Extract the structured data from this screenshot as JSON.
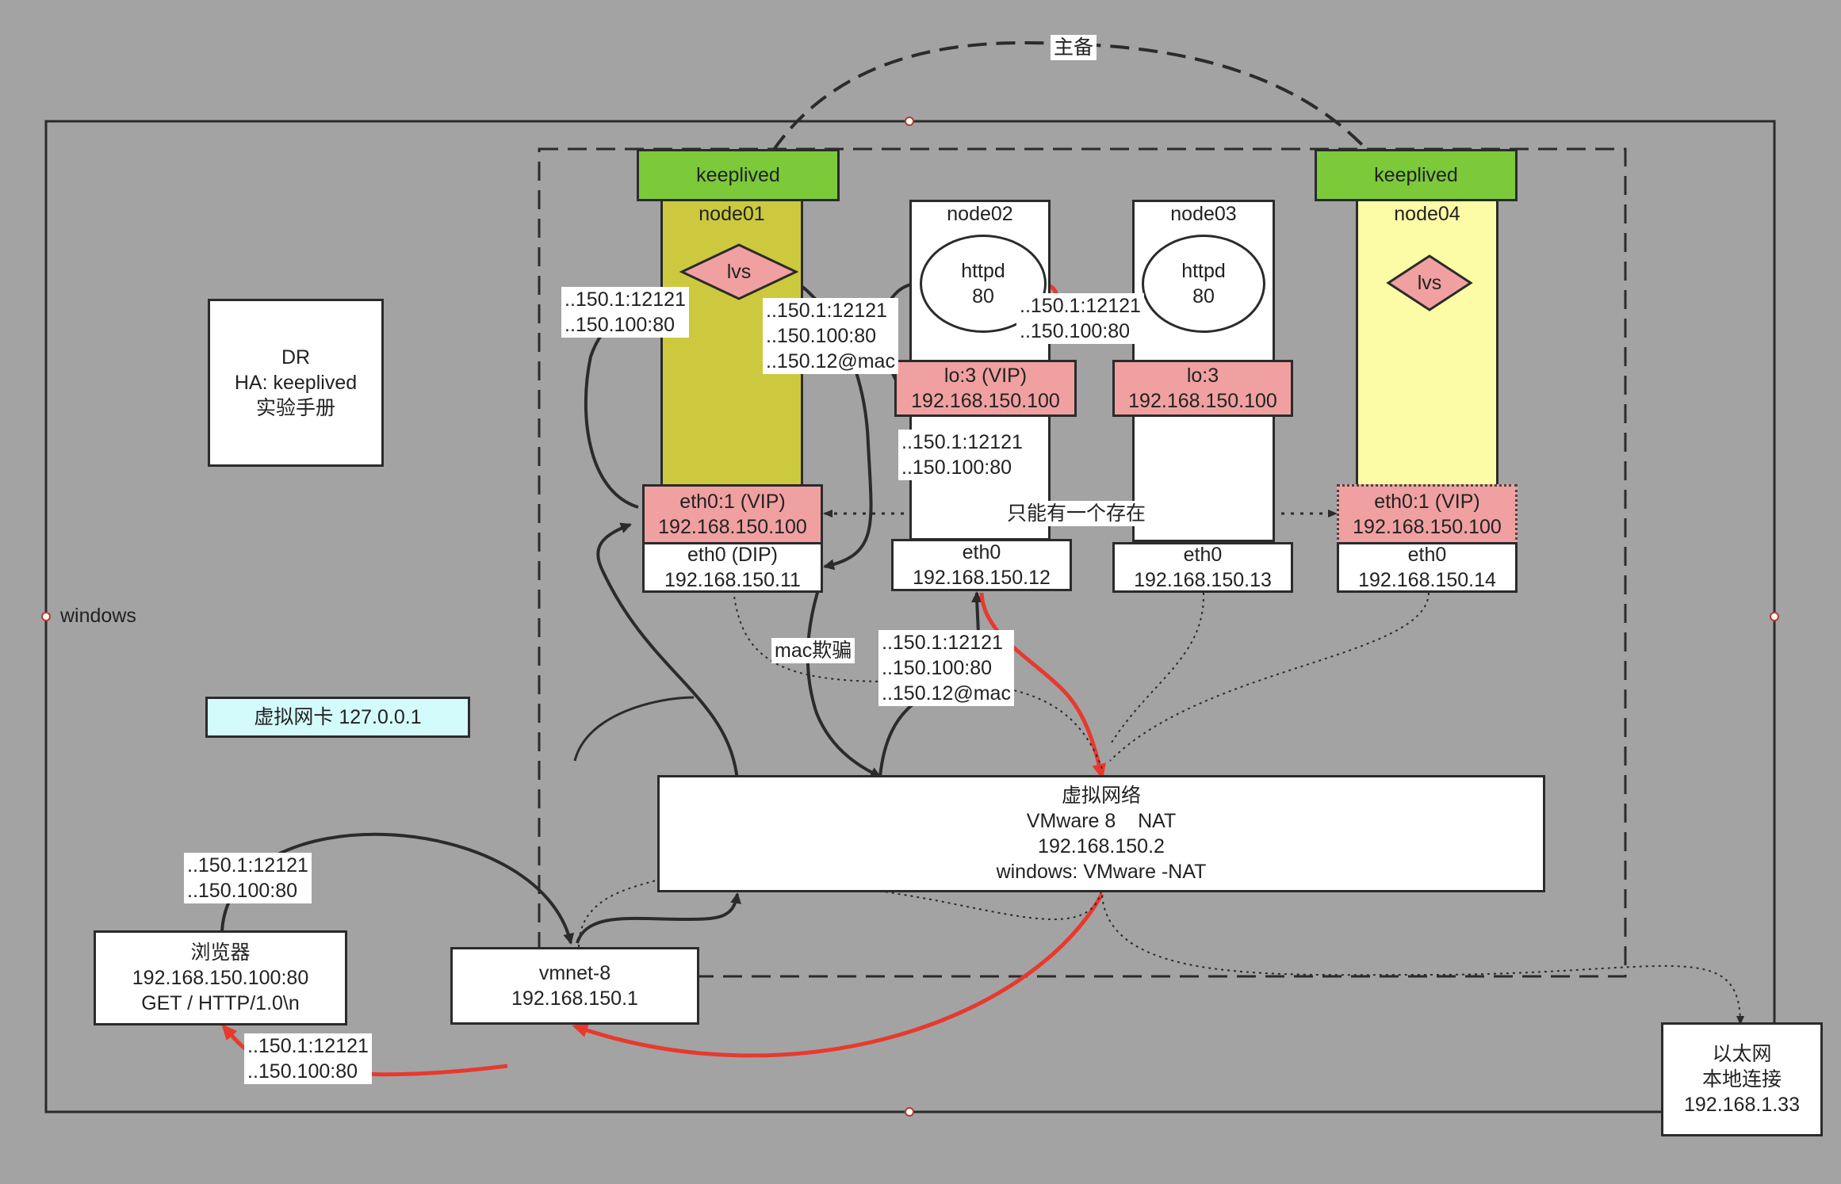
{
  "labels": {
    "zhubei": "主备",
    "windows": "windows",
    "only_one": "只能有一个存在",
    "mac_spoof": "mac欺骗"
  },
  "nodes": {
    "keeplived_left": "keeplived",
    "keeplived_right": "keeplived",
    "node01": "node01",
    "node02": "node02",
    "node03": "node03",
    "node04": "node04",
    "lvs_left": "lvs",
    "lvs_right": "lvs",
    "httpd2": [
      "httpd",
      "80"
    ],
    "httpd3": [
      "httpd",
      "80"
    ],
    "lo2": [
      "lo:3 (VIP)",
      "192.168.150.100"
    ],
    "lo3": [
      "lo:3",
      "192.168.150.100"
    ],
    "eth01_vip": [
      "eth0:1 (VIP)",
      "192.168.150.100"
    ],
    "eth01_dip": [
      "eth0 (DIP)",
      "192.168.150.11"
    ],
    "eth02": [
      "eth0",
      "192.168.150.12"
    ],
    "eth03": [
      "eth0",
      "192.168.150.13"
    ],
    "eth04_vip": [
      "eth0:1 (VIP)",
      "192.168.150.100"
    ],
    "eth04": [
      "eth0",
      "192.168.150.14"
    ],
    "dr_note": [
      "DR",
      "HA: keeplived",
      "实验手册"
    ],
    "virtual_nic": "虚拟网卡 127.0.0.1",
    "vnet": [
      "虚拟网络",
      "VMware 8    NAT",
      "192.168.150.2",
      "windows: VMware -NAT"
    ],
    "browser": [
      "浏览器",
      "192.168.150.100:80",
      "GET / HTTP/1.0\\n"
    ],
    "vmnet8": [
      "vmnet-8",
      "192.168.150.1"
    ],
    "ethernet": [
      "以太网",
      "本地连接",
      "192.168.1.33"
    ]
  },
  "packets": {
    "p_browser_up": [
      "..150.1:12121",
      "..150.100:80"
    ],
    "p_browser_down": [
      "..150.1:12121",
      "..150.100:80"
    ],
    "p_node01_left": [
      "..150.1:12121",
      "..150.100:80"
    ],
    "p_node01_right": [
      "..150.1:12121",
      "..150.100:80",
      "..150.12@mac"
    ],
    "p_node02_mid": [
      "..150.1:12121",
      "..150.100:80"
    ],
    "p_httpd_return": [
      "..150.1:12121",
      "..150.100:80"
    ],
    "p_eth02_below": [
      "..150.1:12121",
      "..150.100:80",
      "..150.12@mac"
    ]
  },
  "colors": {
    "background": "#a3a3a3",
    "keepalived": "#7cc93a",
    "vip": "#f0a0a0",
    "node01": "#cdc93e",
    "node04": "#fdfca6",
    "virtual_nic": "#d4fbfb",
    "return_path": "#e8392e"
  }
}
